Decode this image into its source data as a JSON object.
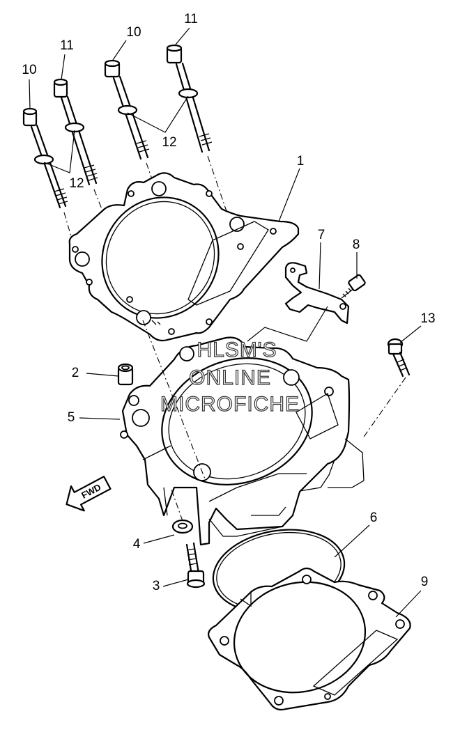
{
  "callouts": [
    {
      "id": "c1",
      "label": "1"
    },
    {
      "id": "c2",
      "label": "2"
    },
    {
      "id": "c3",
      "label": "3"
    },
    {
      "id": "c4",
      "label": "4"
    },
    {
      "id": "c5",
      "label": "5"
    },
    {
      "id": "c6",
      "label": "6"
    },
    {
      "id": "c7",
      "label": "7"
    },
    {
      "id": "c8",
      "label": "8"
    },
    {
      "id": "c9",
      "label": "9"
    },
    {
      "id": "c10a",
      "label": "10"
    },
    {
      "id": "c10b",
      "label": "10"
    },
    {
      "id": "c11a",
      "label": "11"
    },
    {
      "id": "c11b",
      "label": "11"
    },
    {
      "id": "c12a",
      "label": "12"
    },
    {
      "id": "c12b",
      "label": "12"
    },
    {
      "id": "c13",
      "label": "13"
    }
  ],
  "direction_arrow": {
    "label": "FWD"
  },
  "watermark": {
    "line1": "HLSM'S",
    "line2": "ONLINE",
    "line3": "MICROFICHE"
  }
}
